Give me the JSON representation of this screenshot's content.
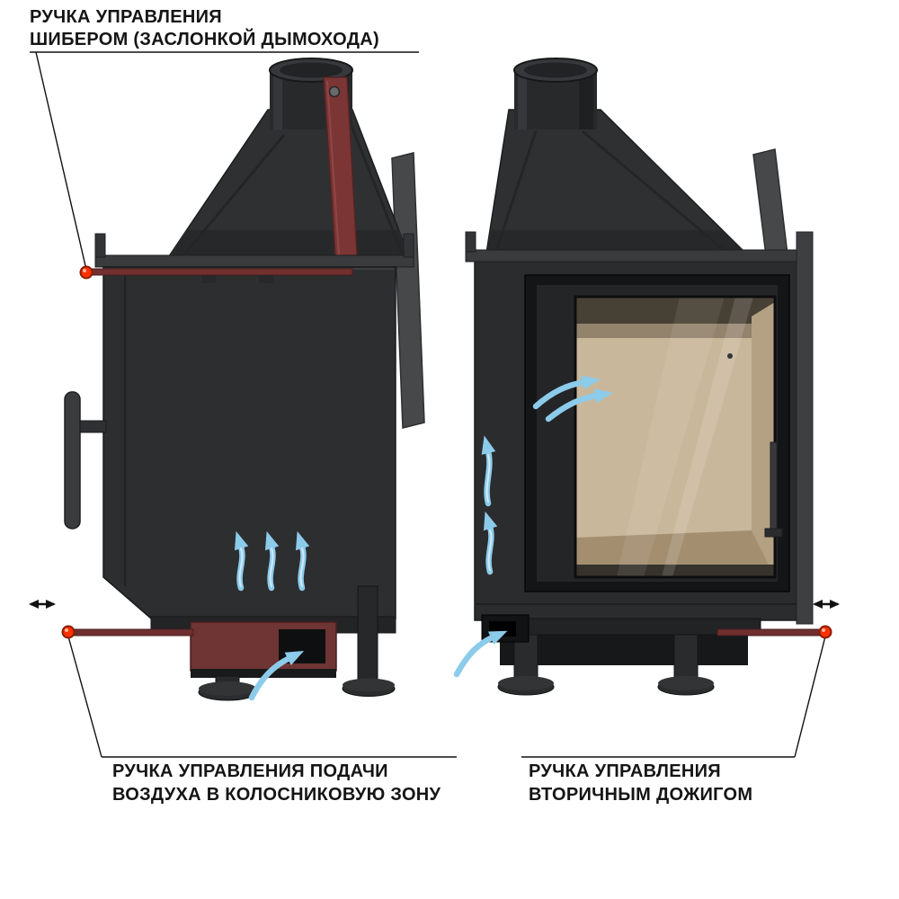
{
  "labels": {
    "damper": {
      "line1": "РУЧКА УПРАВЛЕНИЯ",
      "line2": "ШИБЕРОМ (ЗАСЛОНКОЙ ДЫМОХОДА)"
    },
    "primary_air": {
      "line1": "РУЧКА УПРАВЛЕНИЯ ПОДАЧИ",
      "line2": "ВОЗДУХА В КОЛОСНИКОВУЮ ЗОНУ"
    },
    "secondary_air": {
      "line1": "РУЧКА УПРАВЛЕНИЯ",
      "line2": "ВТОРИЧНЫМ ДОЖИГОМ"
    }
  },
  "colors": {
    "stove_body": "#2d2e30",
    "handle_red": "#7b3535",
    "indicator_red": "#ff3000",
    "airflow_blue": "#8ccbea",
    "glass_interior": "#c9b79b",
    "leader_line": "#111111"
  },
  "icons": {
    "airflow-arrow": "↑",
    "adjustment-range-arrow": "↔",
    "handle-indicator-dot": "●"
  }
}
